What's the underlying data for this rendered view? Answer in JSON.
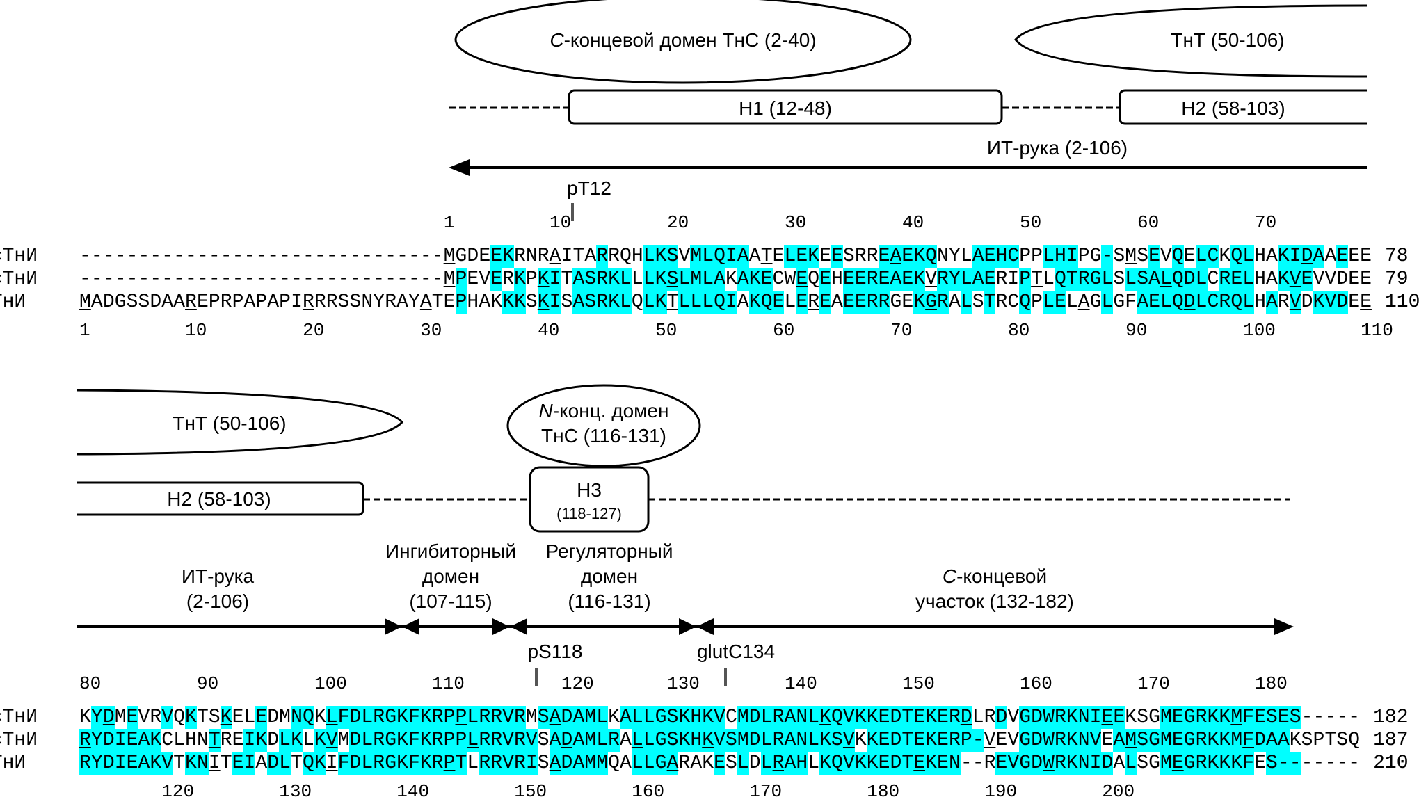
{
  "top_diagram": {
    "ellipse_tnc_c": {
      "italic": "C",
      "rest": "-концевой домен ТнС (2-40)"
    },
    "ellipse_tnt": "ТнТ (50-106)",
    "helix_h1": "H1 (12-48)",
    "helix_h2": "H2 (58-103)",
    "it_arm": "ИТ-рука (2-106)",
    "site_pt12": "pT12"
  },
  "bottom_diagram": {
    "ellipse_tnt": "ТнТ (50-106)",
    "ellipse_tnc_n": {
      "italic": "N",
      "line1_rest": "-конц. домен",
      "line2": "ТнС (116-131)"
    },
    "helix_h2": "H2  (58-103)",
    "helix_h3": {
      "line1": "H3",
      "line2": "(118-127)"
    },
    "region_it_arm": {
      "line1": "ИТ-рука",
      "line2": "(2-106)"
    },
    "region_inhibitory": {
      "line1": "Ингибиторный",
      "line2": "домен",
      "line3": "(107-115)"
    },
    "region_regulatory": {
      "line1": "Регуляторный",
      "line2": "домен",
      "line3": "(116-131)"
    },
    "region_c_terminal": {
      "italic": "C",
      "line1_rest": "-концевой",
      "line2": "участок (132-182)"
    },
    "site_ps118": "pS118",
    "site_glutc134": "glutC134"
  },
  "alignment_top": {
    "top_ruler": [
      {
        "label": "1",
        "col": 31
      },
      {
        "label": "10",
        "col": 40
      },
      {
        "label": "20",
        "col": 50
      },
      {
        "label": "30",
        "col": 60
      },
      {
        "label": "40",
        "col": 70
      },
      {
        "label": "50",
        "col": 80
      },
      {
        "label": "60",
        "col": 90
      },
      {
        "label": "70",
        "col": 100
      }
    ],
    "bottom_ruler": [
      {
        "label": "1",
        "col": 0
      },
      {
        "label": "10",
        "col": 9
      },
      {
        "label": "20",
        "col": 19
      },
      {
        "label": "30",
        "col": 29
      },
      {
        "label": "40",
        "col": 39
      },
      {
        "label": "50",
        "col": 49
      },
      {
        "label": "60",
        "col": 59
      },
      {
        "label": "70",
        "col": 69
      },
      {
        "label": "80",
        "col": 79
      },
      {
        "label": "90",
        "col": 89
      },
      {
        "label": "100",
        "col": 99
      },
      {
        "label": "110",
        "col": 109
      }
    ],
    "rows": [
      {
        "name": "бсТнИ",
        "end": "78",
        "seq": "-------------------------------MGDEEKRNRAITARRQHLKSVMLQIAATELEKEESRREAEKQNYLAEHCPPLHIPG-SMSEVQELCKQLHAKIDAAEEE",
        "hl": "...................................XX.......X...XXX.XXXXX...XXX.X...XXXXX...XXXX..XXX..X...X.X.XX.XX..XXXX.X...XX",
        "ul": "...............................X........X.................X..........X...................X..............X.........X.........."
      },
      {
        "name": "мсТнИ",
        "end": "79",
        "seq": "-------------------------------MPEVERKPKITASRKLLLKSLMLAKAKECWEQEHEEREAEKVRYLAERIPTLQTRGLSLSALQDLCRELHAKVEVVDEE",
        "hl": "................................X..X.X.XX.XXXXX.XXXXXXX.XXX..X.X.XXXXXXX.XXXXX..X..XXXXX.XXXXXXX.XXX..XXX",
        "ul": "...............................X.......X..........X..........X..........X........X..........X..........X........."
      },
      {
        "name": "сТнИ",
        "end": "110",
        "seq": "MADGSSDAAREPRPAPAPIRRRSSNYRAYATEPHAKKKSKISASRKLQLKTLLLQIAKQELEREAEERRGEKGRALSTRCQPLELAGLGFAELQDLCRQLHARVDKVDEE",
        "hl": "................................X...XX.XX.XXXXX.XX.XXXXX.XXX.X.X.XXXX..XXX.X.X..X.XX...X..XXXXXXXXXX.X.X.XXX",
        "ul": "X........X.........X.........X.........X..........X...........X.........X............X........X........X.....X"
      }
    ]
  },
  "alignment_bottom": {
    "top_ruler": [
      {
        "label": "80",
        "col": 0
      },
      {
        "label": "90",
        "col": 10
      },
      {
        "label": "100",
        "col": 20
      },
      {
        "label": "110",
        "col": 30
      },
      {
        "label": "120",
        "col": 41
      },
      {
        "label": "130",
        "col": 50
      },
      {
        "label": "140",
        "col": 60
      },
      {
        "label": "150",
        "col": 70
      },
      {
        "label": "160",
        "col": 80
      },
      {
        "label": "170",
        "col": 90
      },
      {
        "label": "180",
        "col": 100
      }
    ],
    "bottom_ruler": [
      {
        "label": "120",
        "col": 7
      },
      {
        "label": "130",
        "col": 17
      },
      {
        "label": "140",
        "col": 27
      },
      {
        "label": "150",
        "col": 37
      },
      {
        "label": "160",
        "col": 47
      },
      {
        "label": "170",
        "col": 57
      },
      {
        "label": "180",
        "col": 67
      },
      {
        "label": "190",
        "col": 77
      },
      {
        "label": "200",
        "col": 87
      }
    ],
    "rows": [
      {
        "name": "бсТнИ",
        "end": "182",
        "seq": "KYDMEVRVQKTSKELEDMNQKLFDLRGKFKRPPLRRVRMSADAMLKALLGSKHKVCMDLRANLKQVKKEDTEKERDLRDVGDWRKNIEEKSGMEGRKKMFESES-----",
        "hl": ".XX.X..X.X..X..X..XX.XXXXXXXXXXXXXXXXX.XXXXXX.XXXXXXXXX.XXXXXXXXXXXXXXXXXXXX..X.XXXXXXXXX...XXXXXXXXXXXX......."
      },
      {
        "name": "мсТнИ",
        "end": "187",
        "seq": "RYDIEAKCLHNTREIKDLKLKVMDLRGKFKRPPLRRVRVSADAMLRALLGSKHKVSMDLRANLKSVKKEDTEKERP-VEVGDWRKNVEAMSGMEGRKKMFDAAKSPTSQ",
        "hl": "XXXXXXX....X..XX.XX.XX.XXXXXXXXXXXXXXXX.XXXXXX.XXXXXXXXXXXXXXXXXXX.XXXXXXXXXX...XXXXXXX.XXXXXXXXXXXXXXX........."
      },
      {
        "name": "сТнИ",
        "end": "210",
        "seq": "RYDIEAKVTKNITEIADLTQKIFDLRGKFKRPTLRRVRISADAMMQALLGARAKESLDLRAHLKQVKKEDTEKEN--REVGDWRKNIDALSGMEGRKKKFES-------",
        "hl": "XXXXXXXX.XX..XX.XX.XX.XXXXXXXXXXX.XXXXX.XXXXX..XXXX...X.X.XXXX.XXXXXXXXXXXX...XXXXXXXXXX.X..XXXXXXXX.XXX......."
      }
    ],
    "ul_rows": [
      "..X.........X........X..........X.......X......................X...........X...........X..........X.......X....X..",
      "X..........X.........X...........X.......X.....X.....X...........X...........X...........X.........X...........X....",
      "...........X.........X.........X........X.........X........X...........X..........X..........X...................."
    ]
  },
  "colors": {
    "highlight": "#00ffff",
    "text": "#000000",
    "tick": "#555555"
  }
}
